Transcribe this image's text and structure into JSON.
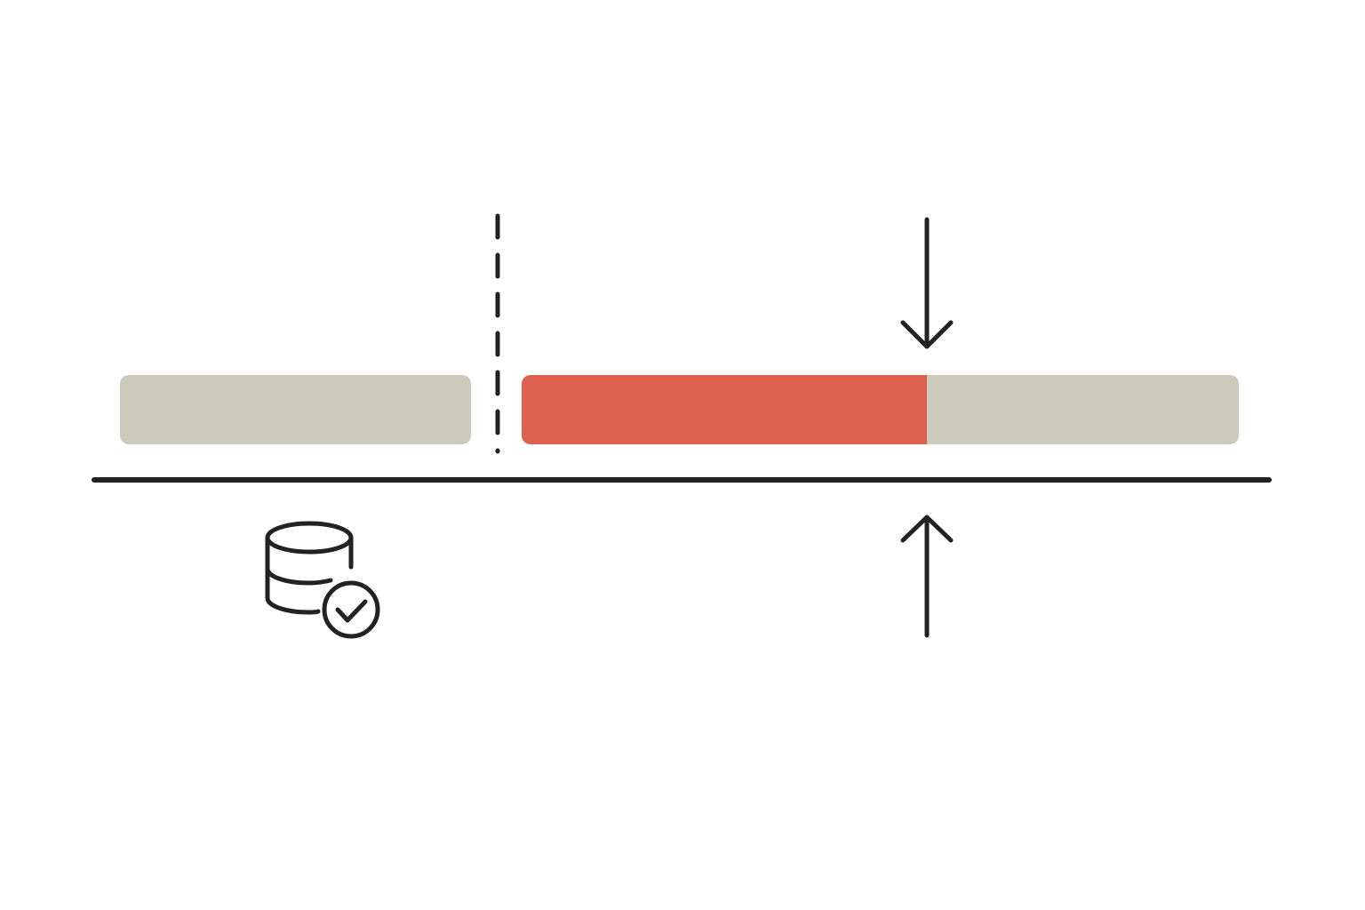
{
  "colors": {
    "background": "#ffffff",
    "bar_neutral": "#cccabb",
    "bar_highlight": "#de6150",
    "line": "#222222"
  },
  "bars": [
    {
      "name": "left-bar",
      "fill_fraction": 0.0
    },
    {
      "name": "right-bar",
      "fill_fraction": 0.565
    }
  ],
  "icons": {
    "storage": "database-check-icon",
    "divider": "dashed-divider",
    "marker_top": "arrow-down-icon",
    "marker_bottom": "arrow-up-icon"
  }
}
